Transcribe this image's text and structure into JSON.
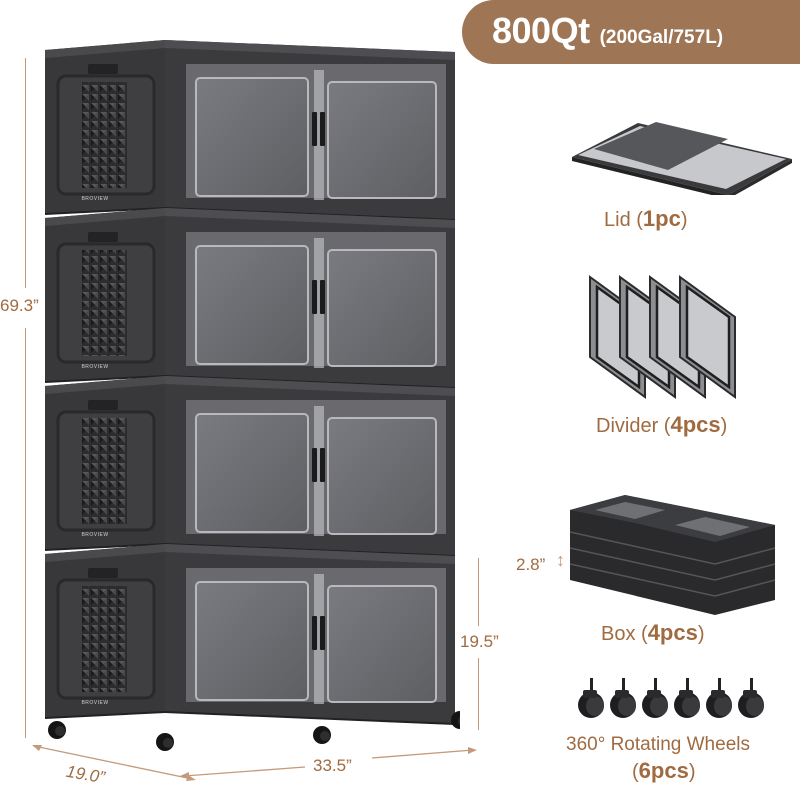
{
  "capacity": {
    "main": "800Qt",
    "sub": "(200Gal/757L)"
  },
  "brand_mark": "BROVIEW",
  "colors": {
    "accent": "#a06b40",
    "badge": "#9e7555",
    "cabinet_body": "#3a3a3c",
    "door_panel": "#6e6f73"
  },
  "dimensions": {
    "height": "69.3”",
    "depth": "19.0”",
    "width": "33.5”",
    "tier_height": "19.5”",
    "box_height": "2.8”"
  },
  "components": [
    {
      "name": "Lid",
      "qty": "1pc"
    },
    {
      "name": "Divider",
      "qty": "4pcs"
    },
    {
      "name": "Box",
      "qty": "4pcs"
    },
    {
      "name": "360° Rotating Wheels",
      "qty": "6pcs"
    }
  ],
  "cabinet": {
    "tiers": 4,
    "wheels_visible": 4
  }
}
